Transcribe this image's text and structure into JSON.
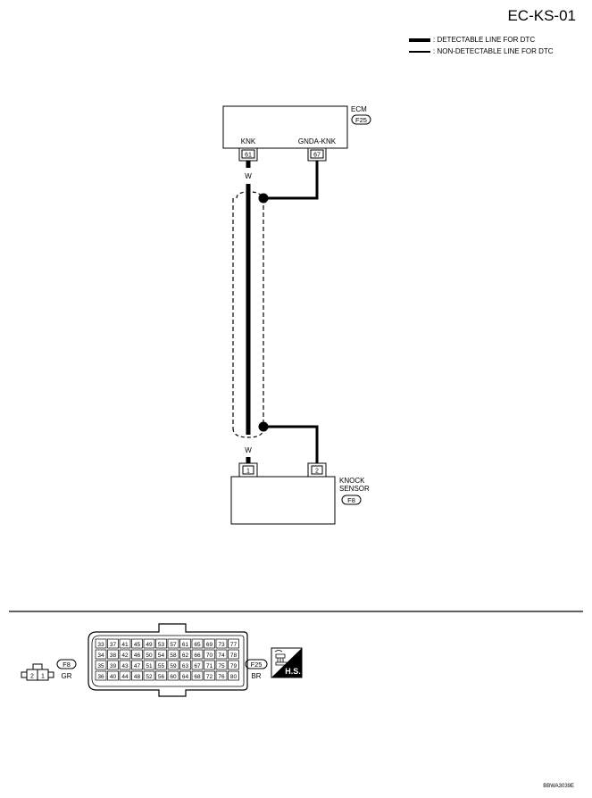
{
  "page_id": "EC-KS-01",
  "legend": {
    "detectable": ": DETECTABLE LINE FOR DTC",
    "non_detectable": ": NON-DETECTABLE LINE FOR DTC"
  },
  "ecm": {
    "name": "ECM",
    "connector": "F25",
    "pins": [
      {
        "label": "KNK",
        "number": "61"
      },
      {
        "label": "GNDA-KNK",
        "number": "67"
      }
    ]
  },
  "wire_color_top": "W",
  "wire_color_bottom": "W",
  "knock_sensor": {
    "name_line1": "KNOCK",
    "name_line2": "SENSOR",
    "connector": "F8",
    "pins": [
      "1",
      "2"
    ]
  },
  "connectors": {
    "f8": {
      "id": "F8",
      "color": "GR",
      "pins": [
        "2",
        "1"
      ]
    },
    "f25": {
      "id": "F25",
      "color": "BR",
      "rows": [
        [
          "33",
          "37",
          "41",
          "45",
          "49",
          "53",
          "57",
          "61",
          "65",
          "69",
          "73",
          "77"
        ],
        [
          "34",
          "38",
          "42",
          "46",
          "50",
          "54",
          "58",
          "62",
          "66",
          "70",
          "74",
          "78"
        ],
        [
          "35",
          "39",
          "43",
          "47",
          "51",
          "55",
          "59",
          "63",
          "67",
          "71",
          "75",
          "79"
        ],
        [
          "36",
          "40",
          "44",
          "48",
          "52",
          "56",
          "60",
          "64",
          "68",
          "72",
          "76",
          "80"
        ]
      ]
    },
    "hs_label": "H.S."
  },
  "ref_code": "BBWA3039E"
}
